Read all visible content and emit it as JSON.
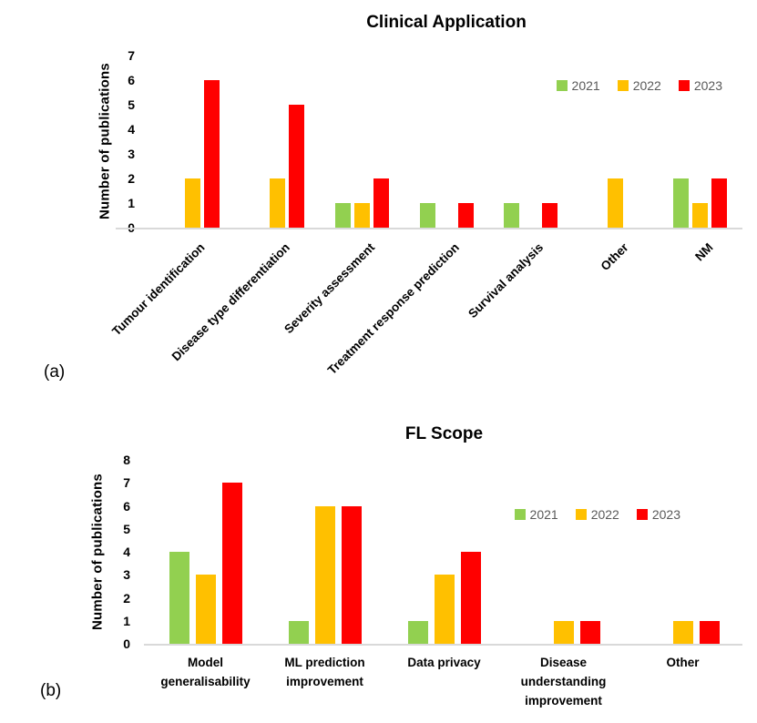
{
  "colors": {
    "series_2021": "#92D050",
    "series_2022": "#FFC000",
    "series_2023": "#FF0000",
    "axis_line": "#D9D9D9",
    "legend_text": "#595959",
    "chart_text": "#000000"
  },
  "chart_data": [
    {
      "type": "bar",
      "panel_label": "(a)",
      "title": "Clinical Application",
      "xlabel": "",
      "ylabel": "Number of publications",
      "ylim": [
        0,
        7
      ],
      "ytick_step": 1,
      "grid": false,
      "legend_position": "top-right",
      "category_label_style": "rotated-45",
      "categories": [
        "Tumour identification",
        "Disease type differentiation",
        "Severity assessment",
        "Treatment response prediction",
        "Survival analysis",
        "Other",
        "NM"
      ],
      "series": [
        {
          "name": "2021",
          "color": "#92D050",
          "values": [
            0,
            0,
            1,
            1,
            1,
            0,
            2
          ]
        },
        {
          "name": "2022",
          "color": "#FFC000",
          "values": [
            2,
            2,
            1,
            0,
            0,
            2,
            1
          ]
        },
        {
          "name": "2023",
          "color": "#FF0000",
          "values": [
            6,
            5,
            2,
            1,
            1,
            0,
            2
          ]
        }
      ]
    },
    {
      "type": "bar",
      "panel_label": "(b)",
      "title": "FL Scope",
      "xlabel": "",
      "ylabel": "Number of publications",
      "ylim": [
        0,
        8
      ],
      "ytick_step": 1,
      "grid": false,
      "legend_position": "top-right",
      "category_label_style": "horizontal",
      "categories": [
        "Model generalisability",
        "ML prediction improvement",
        "Data privacy",
        "Disease understanding improvement",
        "Other"
      ],
      "series": [
        {
          "name": "2021",
          "color": "#92D050",
          "values": [
            4,
            1,
            1,
            0,
            0
          ]
        },
        {
          "name": "2022",
          "color": "#FFC000",
          "values": [
            3,
            6,
            3,
            1,
            1
          ]
        },
        {
          "name": "2023",
          "color": "#FF0000",
          "values": [
            7,
            6,
            4,
            1,
            1
          ]
        }
      ]
    }
  ]
}
